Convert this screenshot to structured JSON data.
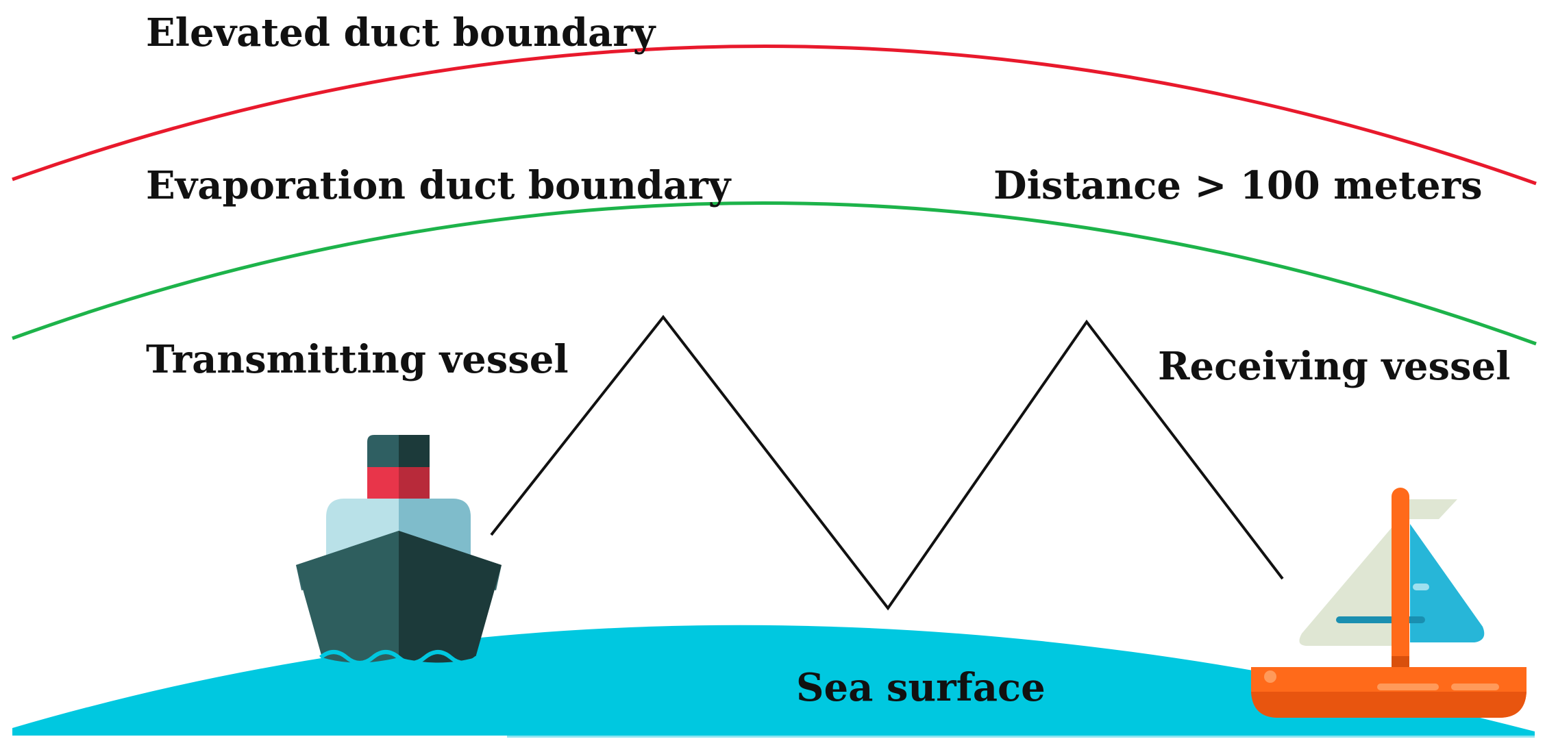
{
  "labels": {
    "elevated_duct": "Elevated duct boundary",
    "evaporation_duct": "Evaporation duct boundary",
    "distance": "Distance > 100 meters",
    "transmitting_vessel": "Transmitting vessel",
    "receiving_vessel": "Receiving vessel",
    "sea_surface": "Sea surface"
  },
  "colors": {
    "elevated_duct_line": "#e8192c",
    "evaporation_duct_line": "#1db34a",
    "sea": "#00c8e0",
    "signal_path": "#111111",
    "ship_hull_light": "#2e5e5e",
    "ship_hull_dark": "#1c3a3a",
    "ship_cabin_light": "#b9e1e8",
    "ship_cabin_dark": "#7fbccb",
    "ship_funnel_red": "#e8354a",
    "ship_funnel_top": "#2f5f62",
    "boat_hull": "#ff6a1a",
    "boat_mast": "#ff6a1a",
    "boat_sail_left": "#dfe6d3",
    "boat_sail_right": "#27b6d8"
  },
  "icons": {
    "transmitting_vessel": "ship-icon",
    "receiving_vessel": "sailboat-icon"
  }
}
